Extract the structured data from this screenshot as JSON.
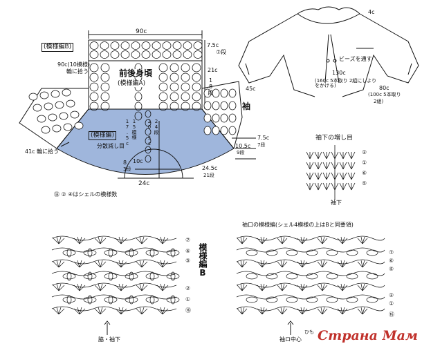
{
  "top_diagram": {
    "width_label": "90c",
    "yoke_label": "(模様編B)",
    "rows_label_top": "7.5c",
    "rows_label_top_r": "⑦段",
    "neck_pickup": "90c(10模様)",
    "neck_pickup_2": "輪に拾う",
    "front_back_title": "前後身頃",
    "front_back_sub": "(模様編A)",
    "body_21c": "21c",
    "body_18dan": "18段",
    "body_4": "4",
    "sleeve_label": "袖",
    "sleeve_45c": "45c",
    "pattern_box": "(模様編)",
    "bunsan": "分散減し目",
    "d_175": "17.5c",
    "d_15": "15模様",
    "d_205": "20.5c",
    "d_24": "24段",
    "d_8": "8",
    "d_10": "10c",
    "d_3": "3段",
    "d_24c": "24c",
    "d_41c": "41c 輪に拾う",
    "d_105c": "10.5c",
    "d_9": "9段",
    "d_75c": "7.5c",
    "d_7dan": "7段",
    "d_245c": "24.5c",
    "d_21": "21段",
    "note": "㊟ ② ④はシェルの模様数"
  },
  "garment": {
    "c4": "4c",
    "beads": "ビーズを通す",
    "c130": "130c",
    "c160": "(160c 5本取り 2組にしよりをかける)",
    "c80": "80c",
    "c100": "(100c 5本取り",
    "c2": "2組)"
  },
  "increase": {
    "title": "袖下の増し目",
    "sode_shita": "袖下",
    "rows": [
      "②",
      "①",
      "⑥",
      "⑤"
    ]
  },
  "pattern_b": {
    "title_v": "模様編B",
    "rows": [
      "⑦",
      "⑥",
      "⑤",
      "②",
      "①",
      "⑯"
    ],
    "bottom": "脇・袖下"
  },
  "cuff": {
    "title": "袖口の模様編(シェル4模様の上はBと同要領)",
    "rows": [
      "⑦",
      "⑥",
      "⑤",
      "②",
      "①",
      "⑯"
    ],
    "bottom": "袖ロ中心",
    "himo": "ひも"
  },
  "watermark": "Страна Мам",
  "colors": {
    "fill_blue": "#9fb6dc",
    "ink": "#111111",
    "brand": "#c0302a"
  }
}
